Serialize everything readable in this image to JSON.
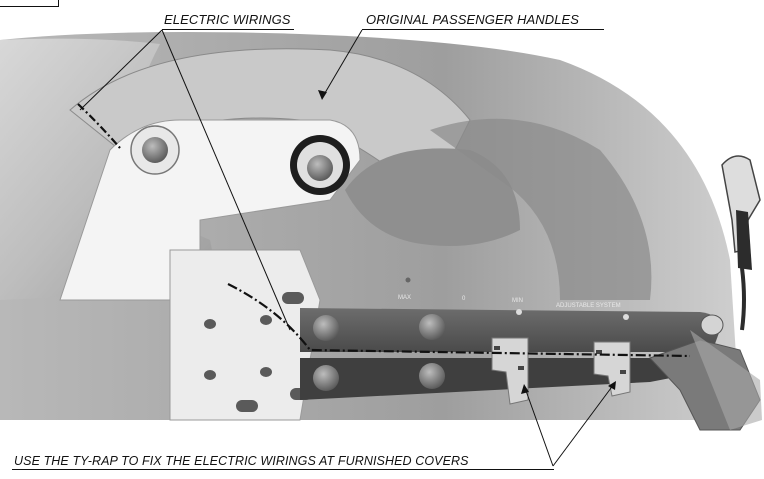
{
  "labels": {
    "electric_wirings": "ELECTRIC WIRINGS",
    "original_handles": "ORIGINAL PASSENGER HANDLES",
    "tyrap_instruction": "USE THE TY-RAP TO FIX THE ELECTRIC WIRINGS AT FURNISHED COVERS"
  },
  "bar_markings": {
    "max": "MAX",
    "zero": "0",
    "min": "MIN",
    "adjustable": "ADJUSTABLE SYSTEM"
  }
}
